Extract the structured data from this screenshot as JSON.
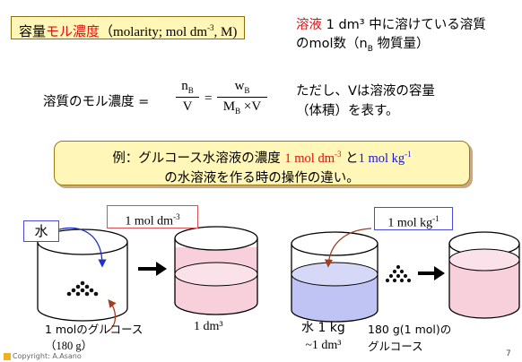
{
  "title": {
    "main": "容量",
    "highlight": "モル濃度",
    "paren": "（molarity; mol dm",
    "exp": "-3",
    "paren_end": ", M)"
  },
  "solute_definition": {
    "line1_red": "溶液",
    "line1_rest": " 1 dm³ 中に溶けている溶質",
    "line2": "のmol数（n",
    "line2_sub": "B",
    "line2_end": " 物質量）"
  },
  "formula": {
    "label": "溶質のモル濃度 =",
    "num1": "n",
    "num1_sub": "B",
    "den1": "V",
    "eq": "=",
    "num2": "w",
    "num2_sub": "B",
    "den2_a": "M",
    "den2_sub": "B",
    "den2_b": " ×V"
  },
  "formula_note": {
    "line1": "ただし、Vは溶液の容量",
    "line2": "（体積）を表す。"
  },
  "example": {
    "line1_pre": "例：グルコース水溶液の濃度 ",
    "line1_red": "1 mol dm",
    "line1_red_exp": "-3",
    "line1_mid": " と",
    "line1_blue": "1 mol kg",
    "line1_blue_exp": "-1",
    "line2": "の水溶液を作る時の操作の違い。"
  },
  "left_diagram": {
    "unit_label": "1 mol dm",
    "unit_exp": "-3",
    "water_label": "水",
    "caption_glucose_1": "1 molのグルコース",
    "caption_glucose_2": "（180 g）",
    "caption_volume": "1 dm³"
  },
  "right_diagram": {
    "unit_label": "1 mol kg",
    "unit_exp": "-1",
    "caption_water_1": "水 1 kg",
    "caption_water_2": "~1 dm³",
    "caption_glucose_1": "180 g(1 mol)の",
    "caption_glucose_2": "グルコース"
  },
  "footer": {
    "copyright": "Copyright: A.Asano",
    "page": "7"
  },
  "colors": {
    "highlight_red": "#e01010",
    "blue": "#1818d0",
    "box_fill": "#fff6b8",
    "solution_pink": "#f8d0dc",
    "water_blue": "#c0c4f4"
  }
}
